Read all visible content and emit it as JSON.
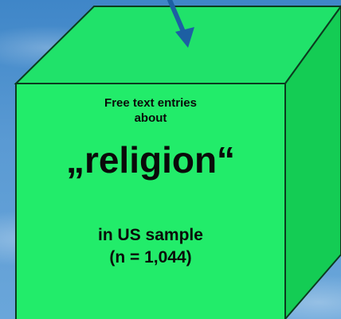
{
  "cube": {
    "front_color": "#22ec6a",
    "top_color": "#20e26a",
    "side_color": "#14cc54",
    "edge_color": "#0c3b1f",
    "text": {
      "line1": "Free text entries",
      "line2": "about",
      "keyword": "„religion“",
      "line3": "in US sample",
      "line4": "(n = 1,044)"
    }
  },
  "arrow": {
    "color": "#1d5fa3",
    "direction": "down"
  }
}
